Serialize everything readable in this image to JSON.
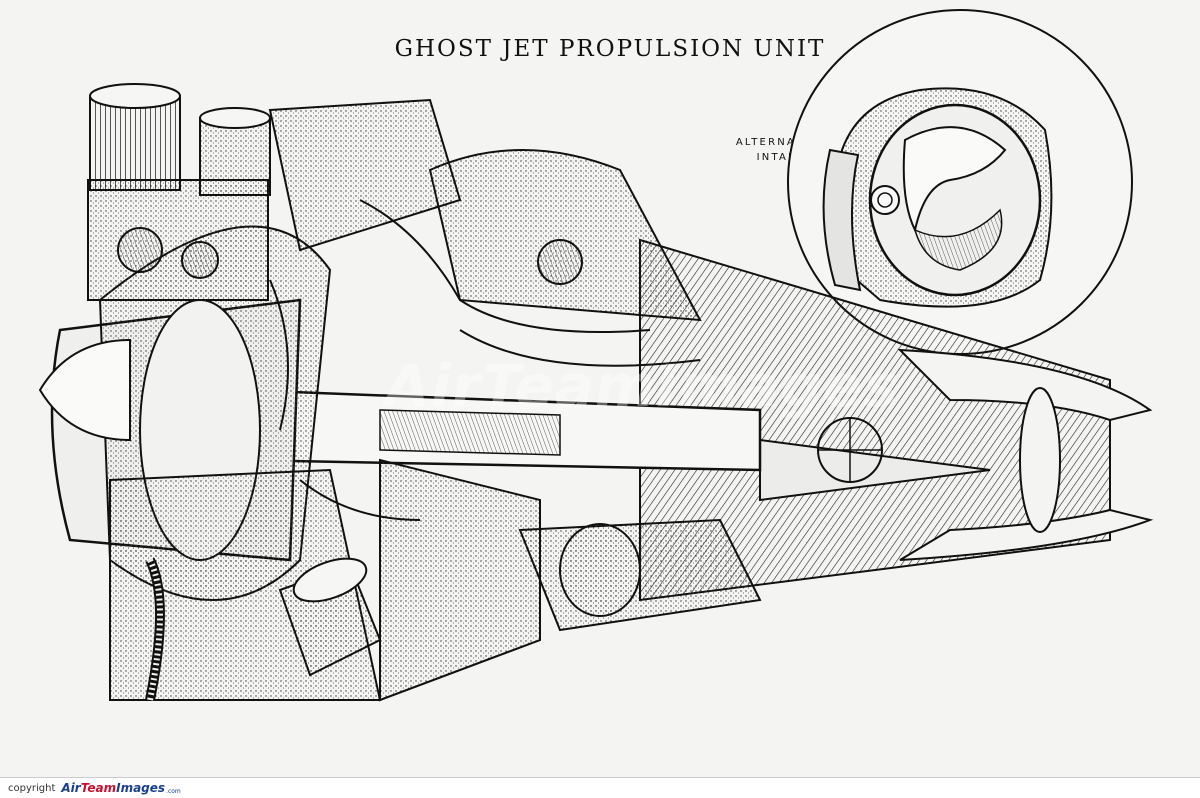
{
  "drawing": {
    "title": "GHOST JET PROPULSION UNIT",
    "inset_label_line1": "ALTERNATIVE",
    "inset_label_line2": "INTAKE"
  },
  "footer": {
    "copyright": "copyright",
    "brand_air": "Air",
    "brand_team": "Team",
    "brand_images": "Images",
    "brand_domain": ".com"
  }
}
